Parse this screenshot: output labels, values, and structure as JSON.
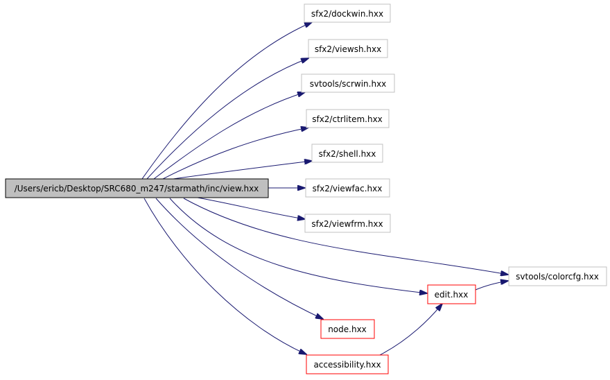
{
  "graph": {
    "root": "/Users/ericb/Desktop/SRC680_m247/starmath/inc/view.hxx",
    "nodes": {
      "dockwin": "sfx2/dockwin.hxx",
      "viewsh": "sfx2/viewsh.hxx",
      "scrwin": "svtools/scrwin.hxx",
      "ctrlitem": "sfx2/ctrlitem.hxx",
      "shell": "sfx2/shell.hxx",
      "viewfac": "sfx2/viewfac.hxx",
      "viewfrm": "sfx2/viewfrm.hxx",
      "colorcfg": "svtools/colorcfg.hxx",
      "edit": "edit.hxx",
      "node": "node.hxx",
      "accessibility": "accessibility.hxx"
    },
    "colors": {
      "edge": "#191970",
      "plain_border": "#c0c0c0",
      "linked_border": "#ff0000",
      "root_fill": "#bfbfbf"
    }
  }
}
